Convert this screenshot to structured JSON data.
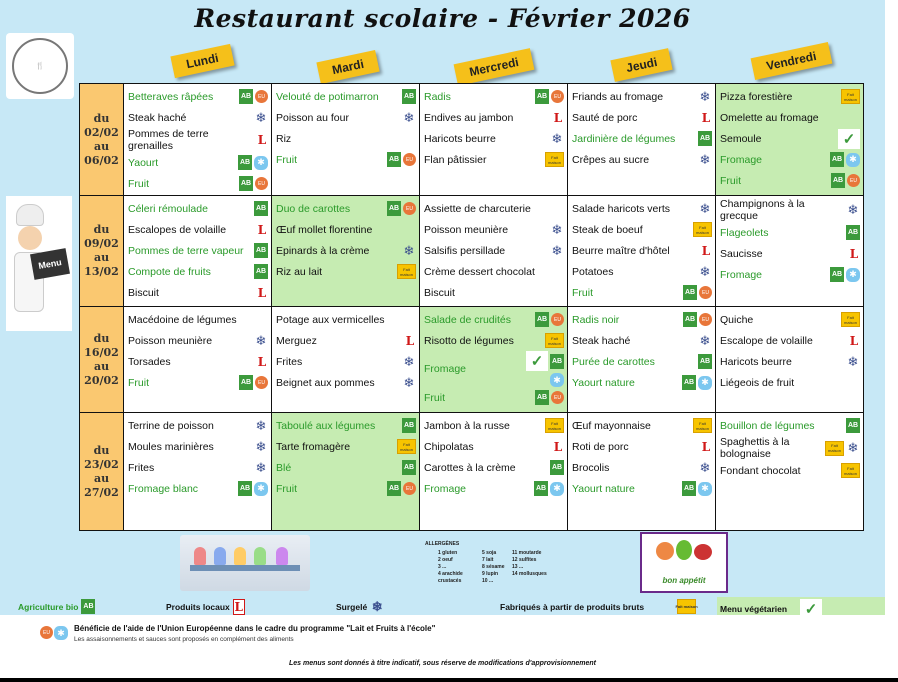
{
  "title": "Restaurant scolaire - Février 2026",
  "days": [
    "Lundi",
    "Mardi",
    "Mercredi",
    "Jeudi",
    "Vendredi"
  ],
  "colors": {
    "background": "#c7e8f6",
    "date_column": "#fac870",
    "vegetarian": "#c6ecb2",
    "bio_text": "#2a9a2a",
    "day_tag": "#f5c01a"
  },
  "weeks": [
    {
      "date": [
        "du",
        "02/02",
        "au",
        "06/02"
      ],
      "green": [
        4
      ],
      "cells": [
        [
          {
            "t": "Betteraves râpées",
            "bio": true,
            "i": [
              "bio",
              "apple"
            ]
          },
          {
            "t": "Steak haché",
            "i": [
              "frozen"
            ]
          },
          {
            "t": "Pommes de terre grenailles",
            "i": [
              "local"
            ]
          },
          {
            "t": "Yaourt",
            "bio": true,
            "i": [
              "bio",
              "milk"
            ]
          },
          {
            "t": "Fruit",
            "bio": true,
            "i": [
              "bio",
              "apple"
            ]
          }
        ],
        [
          {
            "t": "Velouté de potimarron",
            "bio": true,
            "i": [
              "bio"
            ]
          },
          {
            "t": "Poisson au four",
            "i": [
              "frozen"
            ]
          },
          {
            "t": "Riz",
            "i": []
          },
          {
            "t": "Fruit",
            "bio": true,
            "i": [
              "bio",
              "apple"
            ]
          }
        ],
        [
          {
            "t": "Radis",
            "bio": true,
            "i": [
              "bio",
              "apple"
            ]
          },
          {
            "t": "Endives au jambon",
            "i": [
              "local"
            ]
          },
          {
            "t": "Haricots beurre",
            "i": [
              "frozen"
            ]
          },
          {
            "t": "Flan pâtissier",
            "i": [
              "fait"
            ]
          }
        ],
        [
          {
            "t": "Friands au  fromage",
            "i": [
              "frozen"
            ]
          },
          {
            "t": "Sauté de porc",
            "i": [
              "local"
            ]
          },
          {
            "t": "Jardinière de légumes",
            "bio": true,
            "i": [
              "bio"
            ]
          },
          {
            "t": "Crêpes au sucre",
            "i": [
              "frozen"
            ]
          }
        ],
        [
          {
            "t": "Pizza forestière",
            "i": [
              "fait"
            ]
          },
          {
            "t": "Omelette au fromage",
            "i": []
          },
          {
            "t": "Semoule",
            "i": [
              "veg"
            ]
          },
          {
            "t": "Fromage",
            "bio": true,
            "i": [
              "bio",
              "milk"
            ]
          },
          {
            "t": "Fruit",
            "bio": true,
            "i": [
              "bio",
              "apple"
            ]
          }
        ]
      ]
    },
    {
      "date": [
        "du",
        "09/02",
        "au",
        "13/02"
      ],
      "green": [
        1
      ],
      "cells": [
        [
          {
            "t": "Céleri rémoulade",
            "bio": true,
            "i": [
              "bio"
            ]
          },
          {
            "t": "Escalopes de volaille",
            "i": [
              "local"
            ]
          },
          {
            "t": "Pommes de terre vapeur",
            "bio": true,
            "i": [
              "bio"
            ]
          },
          {
            "t": "Compote de fruits",
            "bio": true,
            "i": [
              "bio"
            ]
          },
          {
            "t": "Biscuit",
            "i": [
              "local"
            ]
          }
        ],
        [
          {
            "t": "Duo de carottes",
            "bio": true,
            "i": [
              "bio",
              "apple"
            ]
          },
          {
            "t": "Œuf mollet florentine",
            "i": []
          },
          {
            "t": "Epinards à la crème",
            "i": [
              "frozen"
            ]
          },
          {
            "t": "Riz au lait",
            "i": [
              "fait"
            ]
          }
        ],
        [
          {
            "t": "Assiette de charcuterie",
            "i": []
          },
          {
            "t": "Poisson meunière",
            "i": [
              "frozen"
            ]
          },
          {
            "t": "Salsifis persillade",
            "i": [
              "frozen"
            ]
          },
          {
            "t": "Crème dessert chocolat",
            "i": []
          },
          {
            "t": "Biscuit",
            "i": []
          }
        ],
        [
          {
            "t": "Salade haricots verts",
            "i": [
              "frozen"
            ]
          },
          {
            "t": "Steak de boeuf",
            "i": [
              "fait"
            ]
          },
          {
            "t": "Beurre maître d'hôtel",
            "i": [
              "local"
            ]
          },
          {
            "t": "Potatoes",
            "i": [
              "frozen"
            ]
          },
          {
            "t": "Fruit",
            "bio": true,
            "i": [
              "bio",
              "apple"
            ]
          }
        ],
        [
          {
            "t": "Champignons à la grecque",
            "i": [
              "frozen"
            ]
          },
          {
            "t": "Flageolets",
            "bio": true,
            "i": [
              "bio"
            ]
          },
          {
            "t": "Saucisse",
            "i": [
              "local"
            ]
          },
          {
            "t": "Fromage",
            "bio": true,
            "i": [
              "bio",
              "milk"
            ]
          }
        ]
      ]
    },
    {
      "date": [
        "du",
        "16/02",
        "au",
        "20/02"
      ],
      "green": [
        2
      ],
      "cells": [
        [
          {
            "t": "Macédoine de légumes",
            "i": []
          },
          {
            "t": "Poisson meunière",
            "i": [
              "frozen"
            ]
          },
          {
            "t": "Torsades",
            "i": [
              "local"
            ]
          },
          {
            "t": "Fruit",
            "bio": true,
            "i": [
              "bio",
              "apple"
            ]
          }
        ],
        [
          {
            "t": "Potage aux vermicelles",
            "i": []
          },
          {
            "t": "Merguez",
            "i": [
              "local"
            ]
          },
          {
            "t": "Frites",
            "i": [
              "frozen"
            ]
          },
          {
            "t": "Beignet aux pommes",
            "i": [
              "frozen"
            ]
          }
        ],
        [
          {
            "t": "Salade de crudités",
            "bio": true,
            "i": [
              "bio",
              "apple"
            ]
          },
          {
            "t": "Risotto de légumes",
            "i": [
              "fait"
            ]
          },
          {
            "t": "Fromage",
            "bio": true,
            "i": [
              "veg",
              "bio",
              "milk"
            ]
          },
          {
            "t": "Fruit",
            "bio": true,
            "i": [
              "bio",
              "apple"
            ]
          }
        ],
        [
          {
            "t": "Radis noir",
            "bio": true,
            "i": [
              "bio",
              "apple"
            ]
          },
          {
            "t": "Steak haché",
            "i": [
              "frozen"
            ]
          },
          {
            "t": "Purée de carottes",
            "bio": true,
            "i": [
              "bio"
            ]
          },
          {
            "t": "Yaourt nature",
            "bio": true,
            "i": [
              "bio",
              "milk"
            ]
          }
        ],
        [
          {
            "t": "Quiche",
            "i": [
              "fait"
            ]
          },
          {
            "t": "Escalope de volaille",
            "i": [
              "local"
            ]
          },
          {
            "t": "Haricots beurre",
            "i": [
              "frozen"
            ]
          },
          {
            "t": "Liégeois de fruit",
            "i": []
          }
        ]
      ]
    },
    {
      "date": [
        "du",
        "23/02",
        "au",
        "27/02"
      ],
      "green": [
        1
      ],
      "cells": [
        [
          {
            "t": "Terrine de poisson",
            "i": [
              "frozen"
            ]
          },
          {
            "t": "Moules marinières",
            "i": [
              "frozen"
            ]
          },
          {
            "t": "Frites",
            "i": [
              "frozen"
            ]
          },
          {
            "t": "Fromage blanc",
            "bio": true,
            "i": [
              "bio",
              "milk"
            ]
          }
        ],
        [
          {
            "t": "Taboulé aux légumes",
            "bio": true,
            "i": [
              "bio"
            ]
          },
          {
            "t": "Tarte fromagère",
            "i": [
              "fait"
            ]
          },
          {
            "t": "Blé",
            "bio": true,
            "i": [
              "bio"
            ]
          },
          {
            "t": "Fruit",
            "bio": true,
            "i": [
              "bio",
              "apple"
            ]
          }
        ],
        [
          {
            "t": "Jambon à la russe",
            "i": [
              "fait"
            ]
          },
          {
            "t": "Chipolatas",
            "i": [
              "local"
            ]
          },
          {
            "t": "Carottes à la crème",
            "i": [
              "bio"
            ]
          },
          {
            "t": "Fromage",
            "bio": true,
            "i": [
              "bio",
              "milk"
            ]
          }
        ],
        [
          {
            "t": "Œuf mayonnaise",
            "i": [
              "fait"
            ]
          },
          {
            "t": "Roti de porc",
            "i": [
              "local"
            ]
          },
          {
            "t": "Brocolis",
            "i": [
              "frozen"
            ]
          },
          {
            "t": "Yaourt nature",
            "bio": true,
            "i": [
              "bio",
              "milk"
            ]
          }
        ],
        [
          {
            "t": "Bouillon de légumes",
            "bio": true,
            "i": [
              "bio"
            ]
          },
          {
            "t": "Spaghettis à la bolognaise",
            "i": [
              "fait",
              "frozen"
            ]
          },
          {
            "t": "Fondant chocolat",
            "i": [
              "fait"
            ]
          }
        ]
      ]
    }
  ],
  "icons": {
    "bio": "AB",
    "local": "L",
    "frozen": "❄",
    "fait": "Fait maison",
    "veg": "✓",
    "apple": "EU",
    "milk": "✱"
  },
  "allergens": {
    "title": "ALLERGÈNES",
    "items": [
      "1 gluten",
      "5 soja",
      "11 moutarde",
      "2 oeuf",
      "7 lait",
      "12 sulfites",
      "3 ...",
      "8 sésame",
      "13 ...",
      "4 arachide",
      "9 lupin",
      "14 mollusques",
      "crustacés",
      "10 ...",
      ""
    ]
  },
  "veggies_caption": "bon appétit",
  "menu_board": "Menu",
  "legend": {
    "bio": "Agriculture bio",
    "local": "Produits locaux",
    "frozen": "Surgelé",
    "fait": "Fabriqués à partir de produits bruts",
    "veg": "Menu végétarien"
  },
  "eu_note": "Bénéficie de l'aide de l'Union Européenne dans le cadre du programme \"Lait et Fruits à l'école\"",
  "sauce_note": "Les assaisonnements et sauces sont proposés en complément des aliments",
  "footer": "Les menus sont donnés à titre indicatif, sous réserve de modifications d'approvisionnement"
}
